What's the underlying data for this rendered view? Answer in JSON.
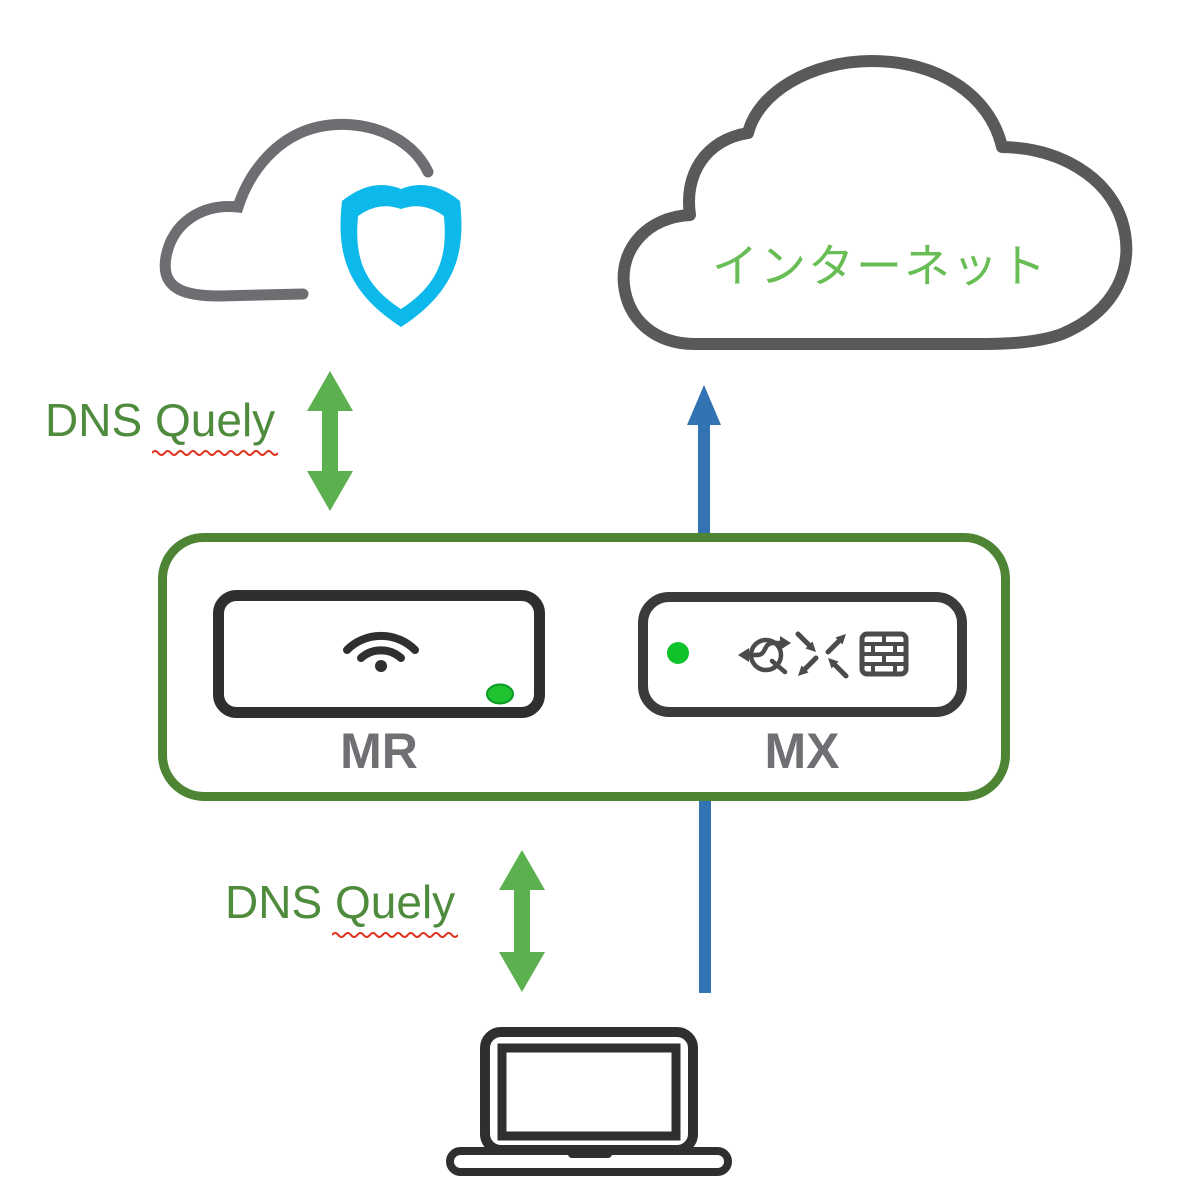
{
  "colors": {
    "box_green": "#4E8535",
    "arrow_green": "#5CB04F",
    "text_green_dark": "#4E8B3C",
    "text_green_light": "#68BE55",
    "arrow_blue": "#3273B3",
    "shield_cyan": "#0DB8EB",
    "cloud_gray_left": "#6D6E71",
    "cloud_gray_dark": "#58595B",
    "device_dark": "#2E2F31",
    "device_label_gray": "#6F7074",
    "led_green": "#1EC32F",
    "spellcheck_red": "#E0301E"
  },
  "internet_cloud": {
    "label": "インターネット"
  },
  "gateway": {
    "mr_label": "MR",
    "mx_label": "MX"
  },
  "dns_query_top": {
    "prefix": "DNS",
    "word": "Quely"
  },
  "dns_query_bottom": {
    "prefix": "DNS",
    "word": "Quely"
  }
}
